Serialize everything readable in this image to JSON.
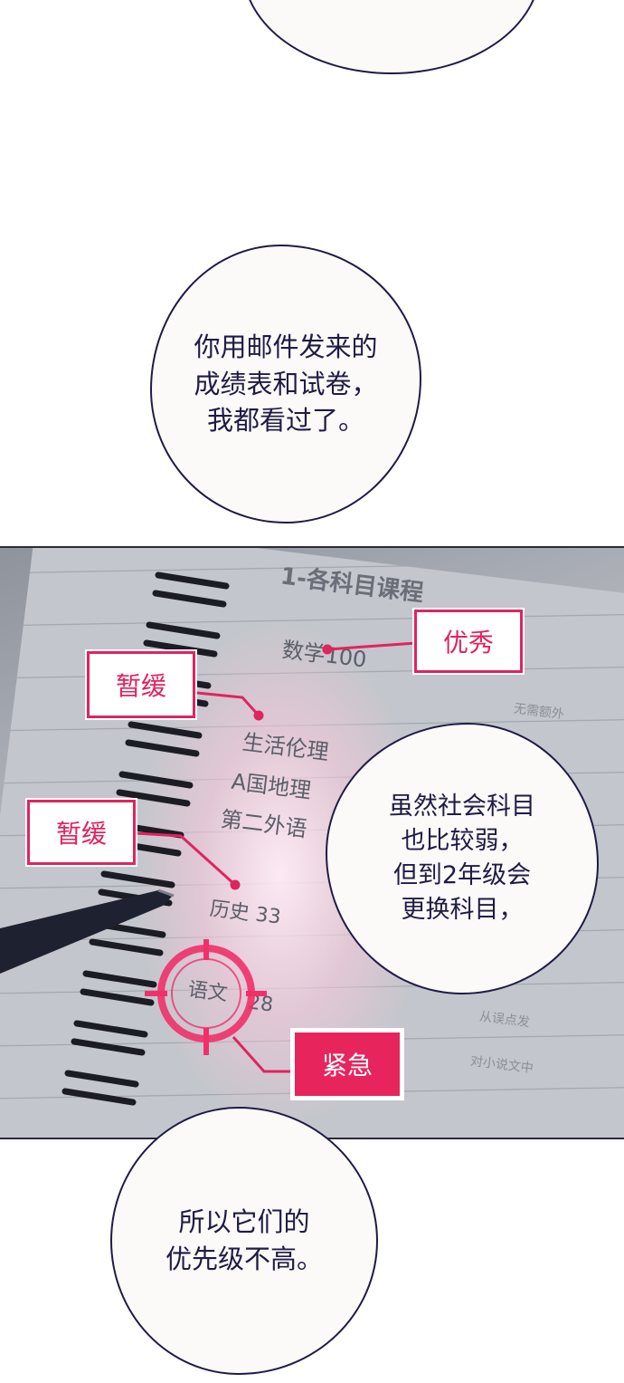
{
  "bubbles": {
    "first": [
      "你用邮件发来的",
      "成绩表和试卷，",
      "我都看过了。"
    ],
    "second": [
      "虽然社会科目",
      "也比较弱，",
      "但到2年级会",
      "更换科目，"
    ],
    "third": [
      "所以它们的",
      "优先级不高。"
    ]
  },
  "notebook": {
    "header": "1-各科目课程",
    "subjects": {
      "math": "数学100",
      "ethics": "生活伦理",
      "geography": "A国地理",
      "language": "第二外语",
      "history": "历史  33",
      "chinese": "语文",
      "chinese_score": "28"
    },
    "tags": {
      "excellent": "优秀",
      "postpone1": "暂缓",
      "postpone2": "暂缓",
      "urgent": "紧急"
    }
  },
  "colors": {
    "tag_red": "#e0245e",
    "ink": "#1f1b45"
  }
}
